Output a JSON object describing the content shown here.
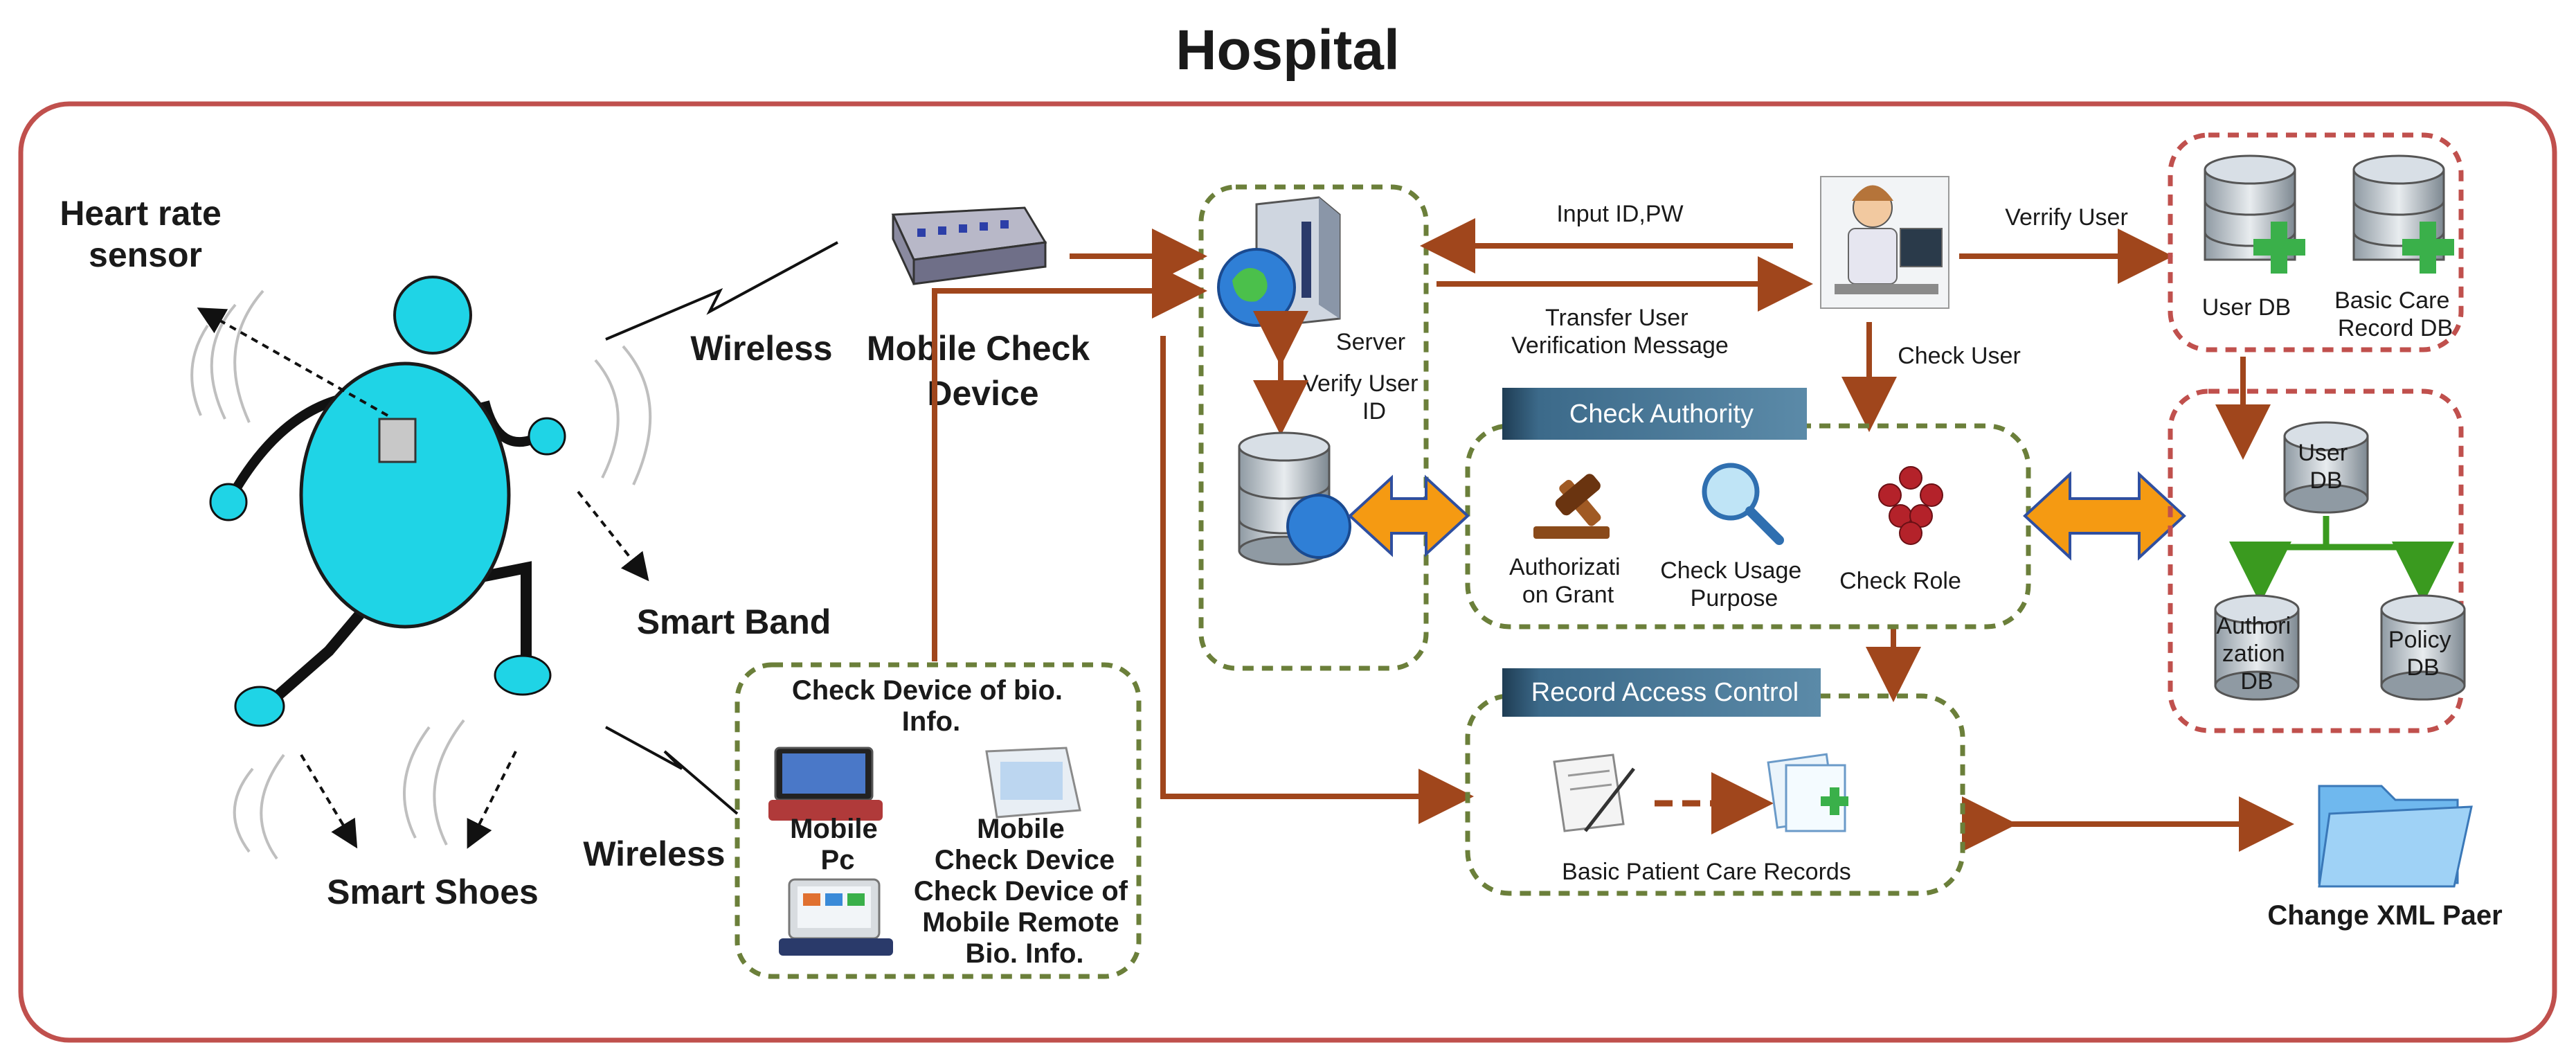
{
  "title": "Hospital",
  "labels": {
    "heart_rate_sensor": [
      "Heart rate",
      "sensor"
    ],
    "wireless_top": "Wireless",
    "wireless_bottom": "Wireless",
    "smart_band": "Smart Band",
    "smart_shoes": "Smart Shoes",
    "mobile_check_device": [
      "Mobile Check",
      "Device"
    ],
    "check_device_bio": [
      "Check Device of bio.",
      "Info."
    ],
    "mobile_pc": [
      "Mobile",
      "Pc"
    ],
    "mobile_check_device_small": [
      "Mobile",
      "Check Device"
    ],
    "check_device_remote": [
      "Check Device of",
      "Mobile Remote",
      "Bio. Info."
    ],
    "server": "Server",
    "verify_user_id": [
      "Verify User",
      "ID"
    ],
    "input_id_pw": "Input ID,PW",
    "transfer_user": [
      "Transfer User",
      "Verification Message"
    ],
    "verify_user": "Verrify User",
    "check_user": "Check User",
    "check_authority": "Check Authority",
    "authorization_grant": [
      "Authorizati",
      "on Grant"
    ],
    "check_usage_purpose": [
      "Check Usage",
      "Purpose"
    ],
    "check_role": "Check Role",
    "record_access_control": "Record Access Control",
    "basic_patient_care_records": "Basic Patient Care Records",
    "user_db_top": "User DB",
    "basic_care_record_db": [
      "Basic Care",
      "Record DB"
    ],
    "user_db_right": [
      "User",
      "DB"
    ],
    "authorization_db": [
      "Authori",
      "zation",
      "DB"
    ],
    "policy_db": [
      "Policy",
      "DB"
    ],
    "change_xml_paper": "Change XML Paer"
  },
  "colors": {
    "frame": "#c0504d",
    "dashed_green": "#6b7f3a",
    "dashed_red": "#c0504d",
    "arrow": "#a0461c",
    "green_arrow": "#3a9a1f",
    "orange": "#f59a12",
    "cyan": "#1fd4e6",
    "header_box": "#3c6a8a"
  }
}
